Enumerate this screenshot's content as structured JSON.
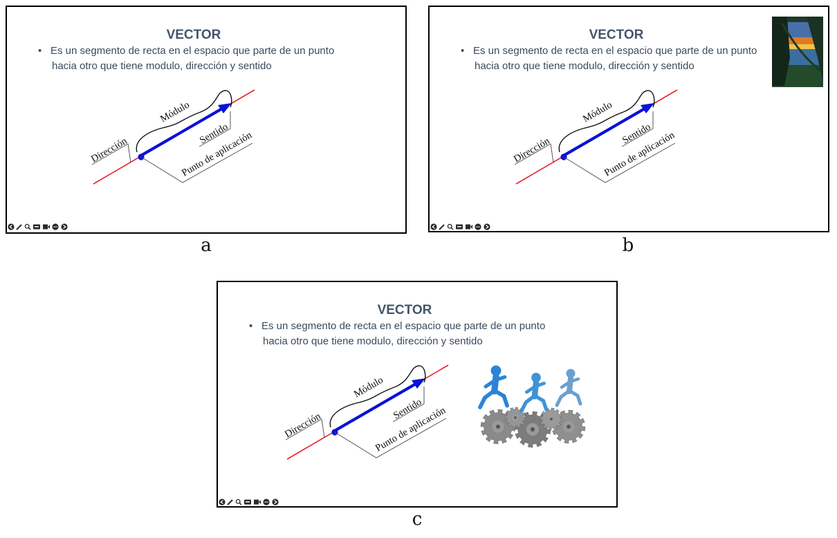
{
  "panels": [
    {
      "caption": "a",
      "title": "VECTOR",
      "bullet": "•",
      "body_lines": [
        "Es un segmento de recta en el espacio que parte de un punto",
        "hacia otro que tiene modulo, dirección y sentido"
      ],
      "labels": {
        "modulo": "Módulo",
        "sentido": "Sentido",
        "direccion": "Dirección",
        "punto": "Punto de aplicación"
      },
      "extra": "none"
    },
    {
      "caption": "b",
      "title": "VECTOR",
      "bullet": "•",
      "body_lines": [
        "Es un segmento de recta en el espacio que parte de un punto",
        "hacia otro que tiene modulo, dirección y sentido"
      ],
      "labels": {
        "modulo": "Módulo",
        "sentido": "Sentido",
        "direccion": "Dirección",
        "punto": "Punto de aplicación"
      },
      "extra": "landscape-photo"
    },
    {
      "caption": "c",
      "title": "VECTOR",
      "bullet": "•",
      "body_lines": [
        "Es un segmento de recta en el espacio que parte de un punto",
        "hacia otro que tiene modulo, dirección y sentido"
      ],
      "labels": {
        "modulo": "Módulo",
        "sentido": "Sentido",
        "direccion": "Dirección",
        "punto": "Punto de aplicación"
      },
      "extra": "running-figures-gears"
    }
  ],
  "toolbar_icons": [
    "prev-icon",
    "pen-icon",
    "zoom-icon",
    "captions-icon",
    "video-icon",
    "more-icon",
    "next-icon"
  ],
  "colors": {
    "title": "#44546a",
    "body": "#3b4a5e",
    "vector": "#0a12d6",
    "line": "#e8232a",
    "bracket": "#555555"
  }
}
